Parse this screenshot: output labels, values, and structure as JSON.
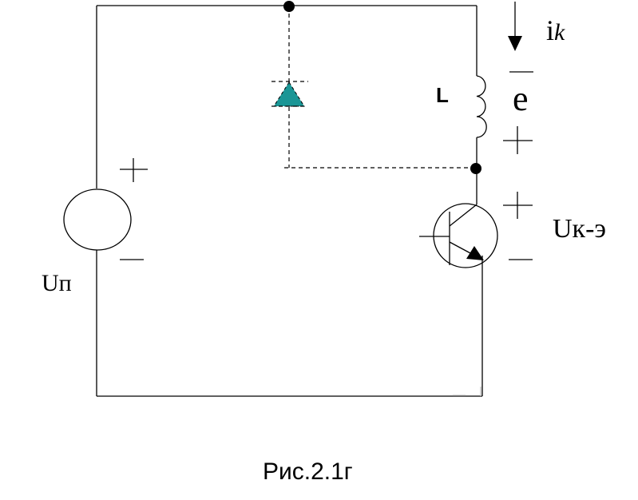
{
  "diagram": {
    "current_label": "i",
    "current_subscript": "k",
    "emf_label": "e",
    "inductor_label": "L",
    "transistor_voltage_label": "Uк-э",
    "supply_label": "Uп",
    "caption": "Рис.2.1г",
    "diode_color": "#1a9696"
  }
}
